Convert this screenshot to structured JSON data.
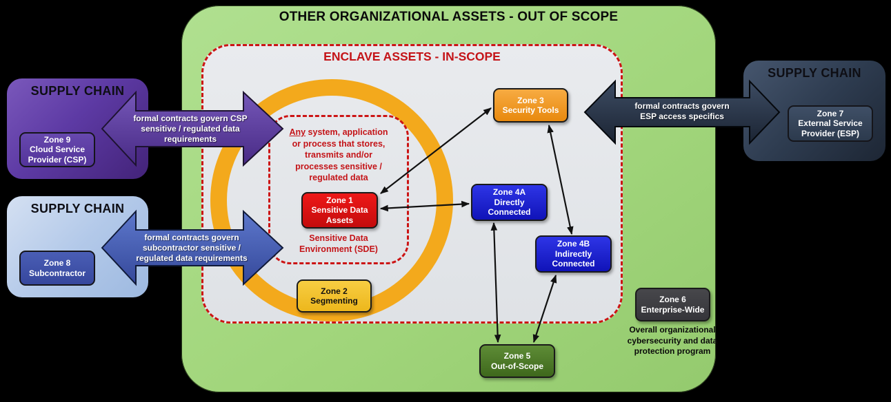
{
  "colors": {
    "background": "#000000",
    "outer_green": "#a2d67c",
    "enclave_gray": "#e4e6ea",
    "dashed_red": "#cc1414",
    "ring_gold": "#f3a91c",
    "zone1_red": "#d90f0f",
    "zone2_gold": "#f2c32c",
    "zone3_orange": "#ef9a26",
    "zone4_blue": "#1e24cf",
    "zone5_green": "#4d7a28",
    "zone6_gray": "#3e3e42",
    "zone7_slate": "#2c3a4e",
    "zone8_lightblue": "#b5c9e8",
    "zone9_purple": "#5a3699",
    "red_text": "#c41418"
  },
  "outer": {
    "title": "OTHER ORGANIZATIONAL ASSETS - OUT OF SCOPE"
  },
  "enclave": {
    "title": "ENCLAVE ASSETS - IN-SCOPE"
  },
  "sde": {
    "desc_underlined": "Any",
    "desc_line1_rest": " system, application",
    "desc_line2": "or process that stores,",
    "desc_line3": "transmits and/or",
    "desc_line4": "processes sensitive /",
    "desc_line5": "regulated data",
    "label_line1": "Sensitive Data",
    "label_line2": "Environment (SDE)"
  },
  "zones": {
    "zone1": {
      "lines": [
        "Zone 1",
        "Sensitive Data",
        "Assets"
      ]
    },
    "zone2": {
      "lines": [
        "Zone 2",
        "Segmenting"
      ]
    },
    "zone3": {
      "lines": [
        "Zone 3",
        "Security Tools"
      ]
    },
    "zone4a": {
      "lines": [
        "Zone 4A",
        "Directly",
        "Connected"
      ]
    },
    "zone4b": {
      "lines": [
        "Zone 4B",
        "Indirectly",
        "Connected"
      ]
    },
    "zone5": {
      "lines": [
        "Zone 5",
        "Out-of-Scope"
      ]
    },
    "zone6": {
      "lines": [
        "Zone 6",
        "Enterprise-Wide"
      ]
    },
    "zone6_caption": [
      "Overall organizational",
      "cybersecurity and data",
      "protection program"
    ]
  },
  "supply_chains": {
    "csp": {
      "title": "SUPPLY CHAIN",
      "box_lines": [
        "Zone 9",
        "Cloud Service",
        "Provider (CSP)"
      ],
      "arrow_lines": [
        "formal contracts govern CSP",
        "sensitive / regulated data",
        "requirements"
      ]
    },
    "subcontractor": {
      "title": "SUPPLY CHAIN",
      "box_lines": [
        "Zone 8",
        "Subcontractor"
      ],
      "arrow_lines": [
        "formal contracts govern",
        "subcontractor sensitive /",
        "regulated data requirements"
      ]
    },
    "esp": {
      "title": "SUPPLY CHAIN",
      "box_lines": [
        "Zone 7",
        "External Service",
        "Provider (ESP)"
      ],
      "arrow_lines": [
        "formal contracts govern",
        "ESP access specifics"
      ]
    }
  }
}
